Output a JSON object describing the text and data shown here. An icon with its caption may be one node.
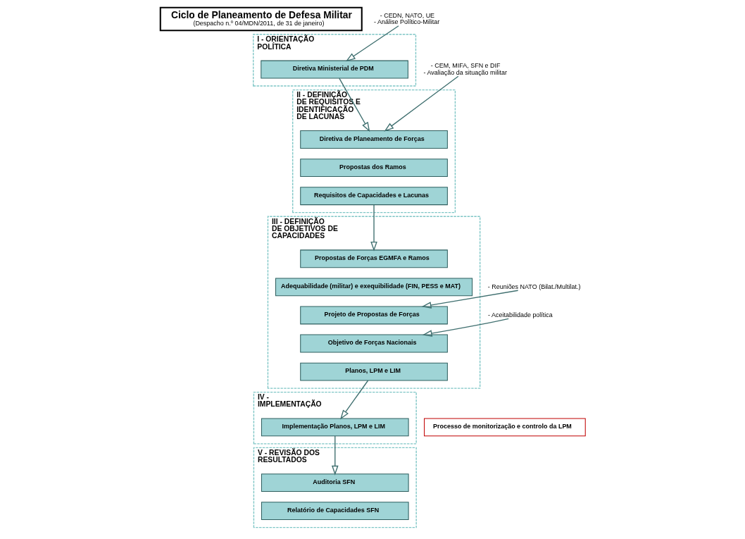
{
  "diagram": {
    "nodes": [
      {
        "text": [
          "Ciclo de Planeamento de Defesa Militar",
          "(Despacho n.º 04/MDN/2011, de 31 de janeiro)"
        ]
      },
      {
        "text": [
          "I - ORIENTAÇÃO POLÍTICA"
        ]
      },
      {
        "text": [
          "Diretiva Ministerial de PDM"
        ],
        "in": 1
      },
      {
        "text": [
          "- CEDN, NATO, UE",
          "- Análise Político-Militar"
        ]
      },
      {
        "text": [
          "II - DEFINIÇÃO DE REQUISITOS E IDENTIFICAÇÃO DE LACUNAS"
        ]
      },
      {
        "text": [
          "Diretiva de Planeamento de Forças"
        ],
        "in": 4
      },
      {
        "text": [
          "Propostas dos Ramos"
        ],
        "in": 4
      },
      {
        "text": [
          "Requisitos de Capacidades e Lacunas"
        ],
        "in": 4
      },
      {
        "text": [
          "- CEM, MIFA, SFN e DIF",
          "- Avaliação da situação militar"
        ]
      },
      {
        "text": [
          "III - DEFINIÇÃO DE OBJETIVOS DE CAPACIDADES"
        ]
      },
      {
        "text": [
          "Propostas de Forças EGMFA e Ramos"
        ],
        "in": 9
      },
      {
        "text": [
          "Adequabilidade (militar) e exequibilidade (FIN, PESS e MAT)"
        ],
        "in": 9
      },
      {
        "text": [
          "Projeto de Propostas de Forças"
        ],
        "in": 9
      },
      {
        "text": [
          "Objetivo de Forças Nacionais"
        ],
        "in": 9
      },
      {
        "text": [
          "Planos, LPM e LIM"
        ],
        "in": 9
      },
      {
        "text": [
          "- Reuniões NATO (Bilat./Multilat.)"
        ]
      },
      {
        "text": [
          "- Aceitabilidade política"
        ]
      },
      {
        "text": [
          "IV - IMPLEMENTAÇÃO"
        ]
      },
      {
        "text": [
          "Implementação Planos, LPM e LIM"
        ],
        "in": 17
      },
      {
        "text": [
          "V - REVISÃO DOS RESULTADOS"
        ]
      },
      {
        "text": [
          "Auditoria SFN"
        ],
        "in": 19
      },
      {
        "text": [
          "Relatório de Capacidades SFN"
        ],
        "in": 19
      },
      {
        "text": [
          "Processo de monitorização e controlo da LPM"
        ]
      }
    ],
    "edges": [
      {
        "from": 2,
        "to": 5,
        "arrow": "to"
      },
      {
        "from": 7,
        "to": 10,
        "arrow": "to"
      },
      {
        "from": 14,
        "to": 18,
        "arrow": "to"
      },
      {
        "from": 18,
        "to": 20,
        "arrow": "to"
      },
      {
        "from": 3,
        "to": 2,
        "arrow": "to"
      },
      {
        "from": 8,
        "to": 5,
        "arrow": "to"
      },
      {
        "from": 15,
        "to": 12,
        "arrow": "to"
      },
      {
        "from": 16,
        "to": 13,
        "arrow": "to"
      }
    ]
  }
}
